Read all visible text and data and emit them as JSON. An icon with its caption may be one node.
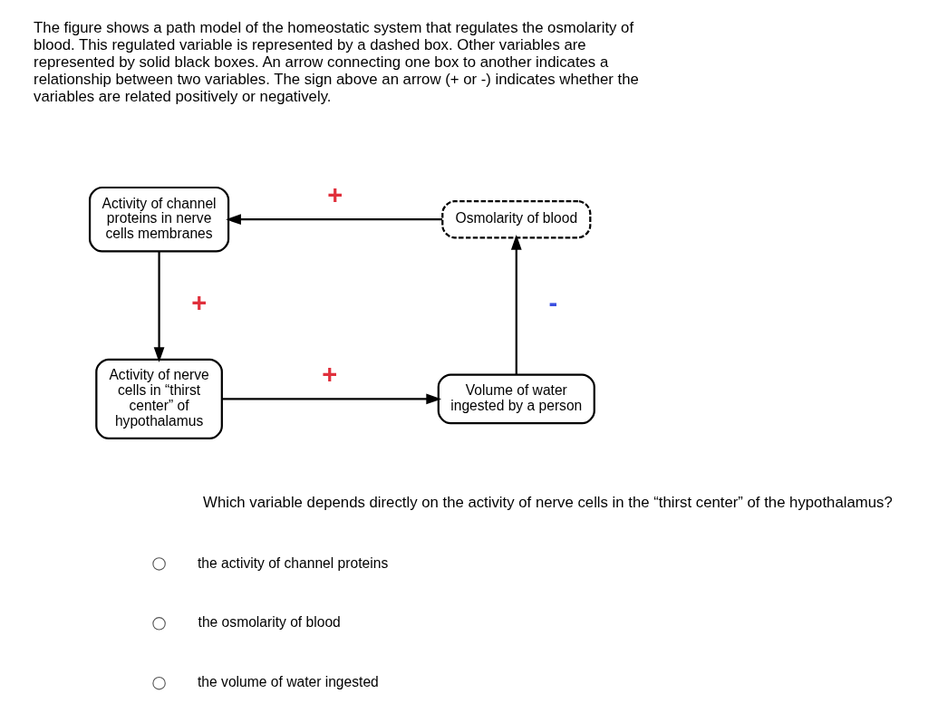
{
  "diagram": {
    "nodes": [
      {
        "text": [
          "Activity of channel proteins in nerve cells membranes"
        ]
      },
      {
        "text": [
          "Osmolarity of blood"
        ]
      },
      {
        "text": [
          "Activity of nerve cells in “thirst center” of hypothalamus"
        ]
      },
      {
        "text": [
          "Volume of water ingested by a person"
        ]
      }
    ],
    "edges": [
      {
        "from": 1,
        "to": 0,
        "arrow": "to",
        "label": "+"
      },
      {
        "from": 0,
        "to": 2,
        "arrow": "to",
        "label": "+"
      },
      {
        "from": 2,
        "to": 3,
        "arrow": "to",
        "label": "+"
      },
      {
        "from": 3,
        "to": 1,
        "arrow": "to",
        "label": "-"
      }
    ],
    "labels": [
      "The figure shows a path model of the homeostatic system that regulates the osmolarity of blood. This regulated variable is represented by a dashed box. Other variables are represented by solid black boxes. An arrow connecting one box to another indicates a relationship between two variables. The sign above an arrow (+ or -) indicates whether the variables are related positively or negatively.",
      "Which variable depends directly on the activity of nerve cells in the “thirst center” of the hypothalamus?",
      "the activity of channel proteins",
      "the osmolarity of blood",
      "the volume of water ingested"
    ]
  }
}
